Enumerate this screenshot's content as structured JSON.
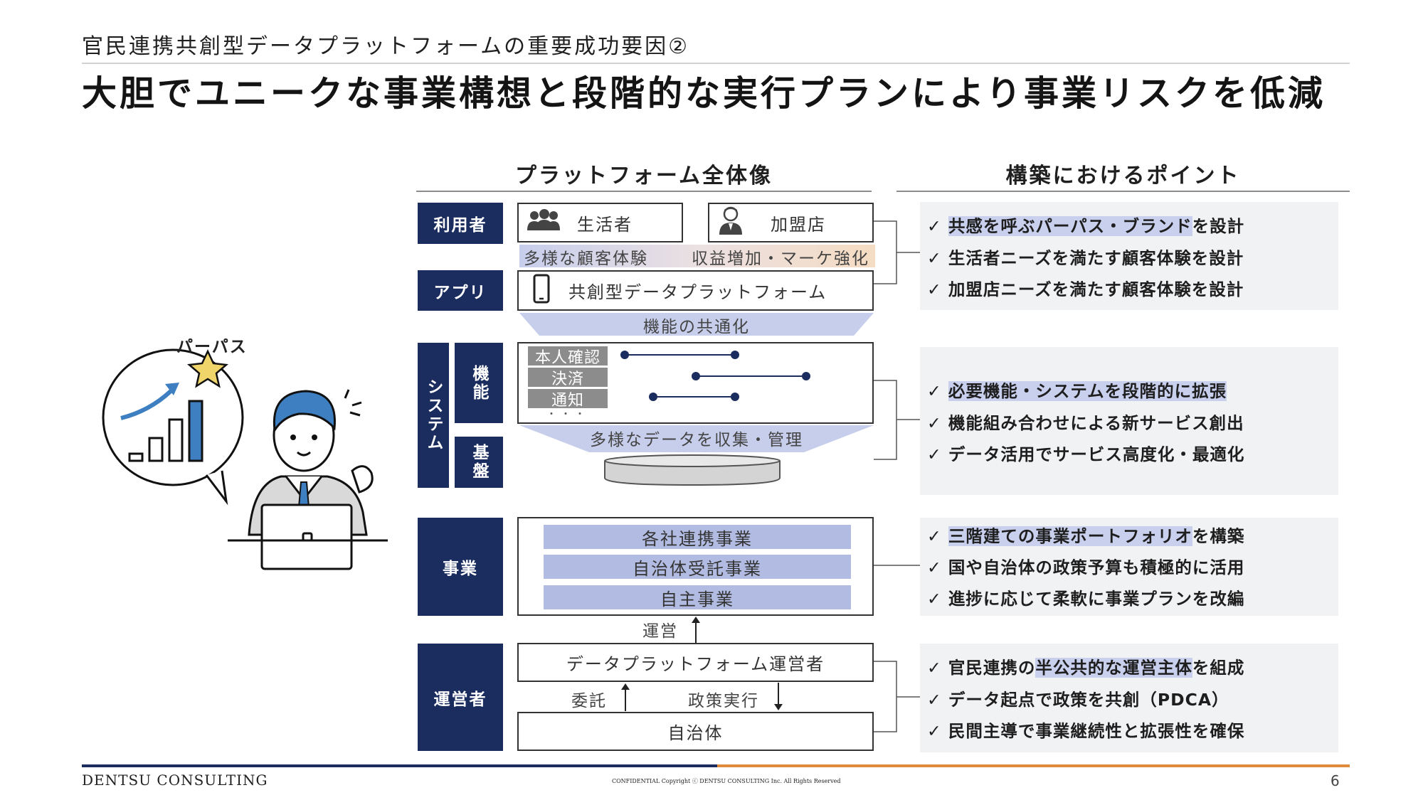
{
  "header": {
    "subtitle": "官民連携共創型データプラットフォームの重要成功要因②",
    "title": "大胆でユニークな事業構想と段階的な実行プランにより事業リスクを低減"
  },
  "illustration": {
    "label": "パーパス"
  },
  "platform": {
    "heading": "プラットフォーム全体像",
    "layers": {
      "users": "利用者",
      "app": "アプリ",
      "system": "システム",
      "function": "機能",
      "base": "基盤",
      "business": "事業",
      "operator": "運営者"
    },
    "user_consumer": "生活者",
    "user_merchant": "加盟店",
    "consumer_value": "多様な顧客体験",
    "merchant_value": "収益増加・マーケ強化",
    "app_box": "共創型データプラットフォーム",
    "commonize": "機能の共通化",
    "function_tags": [
      "本人確認",
      "決済",
      "通知"
    ],
    "function_more": "・・・",
    "data_collect": "多様なデータを収集・管理",
    "business_rows": [
      "各社連携事業",
      "自治体受託事業",
      "自主事業"
    ],
    "operate": "運営",
    "operator_box": "データプラットフォーム運営者",
    "entrust": "委託",
    "policy": "政策実行",
    "municipality": "自治体"
  },
  "points": {
    "heading": "構築におけるポイント",
    "groups": [
      {
        "items": [
          {
            "check": "✓",
            "hl": "共感を呼ぶパーパス・ブランド",
            "rest": "を設計"
          },
          {
            "check": "✓",
            "text": "生活者ニーズを満たす顧客体験を設計"
          },
          {
            "check": "✓",
            "text": "加盟店ニーズを満たす顧客体験を設計"
          }
        ]
      },
      {
        "items": [
          {
            "check": "✓",
            "hl": "必要機能・システムを段階的に拡張",
            "rest": ""
          },
          {
            "check": "✓",
            "text": "機能組み合わせによる新サービス創出"
          },
          {
            "check": "✓",
            "text": "データ活用でサービス高度化・最適化"
          }
        ]
      },
      {
        "items": [
          {
            "check": "✓",
            "hl": "三階建ての事業ポートフォリオ",
            "rest": "を構築"
          },
          {
            "check": "✓",
            "text": "国や自治体の政策予算も積極的に活用"
          },
          {
            "check": "✓",
            "text": "進捗に応じて柔軟に事業プランを改編"
          }
        ]
      },
      {
        "items": [
          {
            "check": "✓",
            "pre": "官民連携の",
            "hl": "半公共的な運営主体",
            "rest": "を組成"
          },
          {
            "check": "✓",
            "text": "データ起点で政策を共創（PDCA）"
          },
          {
            "check": "✓",
            "text": "民間主導で事業継続性と拡張性を確保"
          }
        ]
      }
    ]
  },
  "footer": {
    "brand": "DENTSU CONSULTING",
    "confidential": "CONFIDENTIAL Copyright ⓒ DENTSU CONSULTING Inc. All Rights Reserved",
    "page": "6"
  },
  "colors": {
    "navy": "#1b2d5f",
    "highlight": "#c9d0ee",
    "business_row": "#b2bce2",
    "footer_blue": "#1b2d5f",
    "footer_orange": "#e08a3c"
  }
}
